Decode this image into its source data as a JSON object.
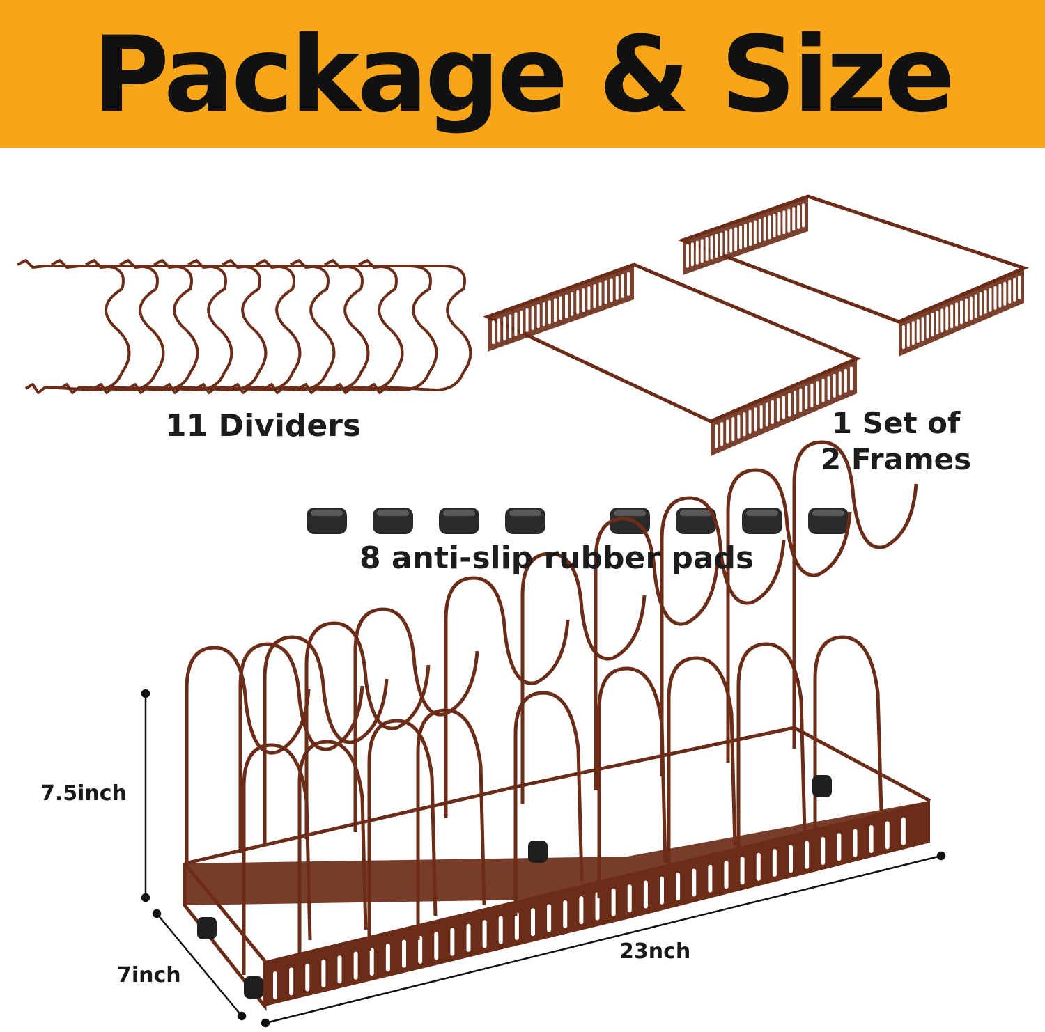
{
  "banner": {
    "title": "Package & Size",
    "color": "#f9a51a"
  },
  "product_color": "#6b2c18",
  "parts": {
    "dividers_label": "11 Dividers",
    "frames_label_line1": "1 Set of",
    "frames_label_line2": "2 Frames",
    "pads_label": "8 anti-slip rubber pads"
  },
  "dimensions": {
    "height": "7.5inch",
    "depth": "7inch",
    "width": "23nch"
  }
}
